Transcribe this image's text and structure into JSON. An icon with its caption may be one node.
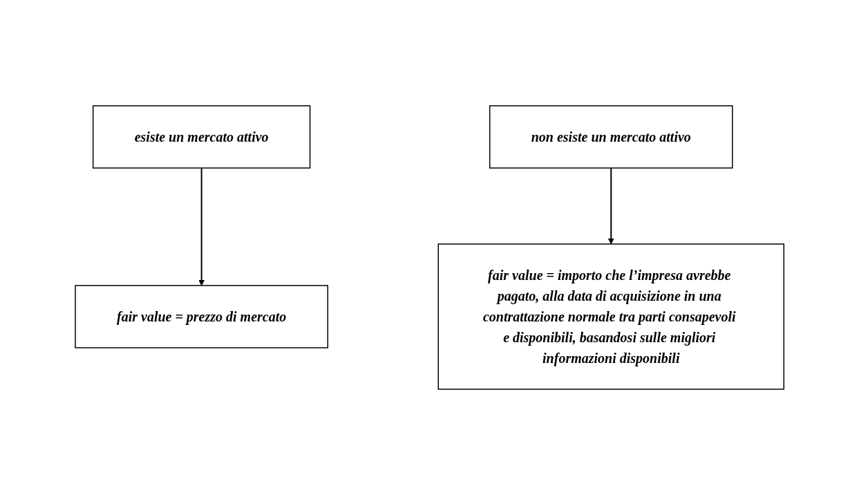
{
  "diagram": {
    "nodes": [
      {
        "text": [
          "esiste un mercato attivo"
        ]
      },
      {
        "text": [
          "non esiste un mercato attivo"
        ]
      },
      {
        "text": [
          "fair value = prezzo di mercato"
        ]
      },
      {
        "text": [
          "fair value = importo che l’impresa avrebbe pagato, alla data di acquisizione in una contrattazione normale tra parti consapevoli e disponibili, basandosi sulle migliori informazioni disponibili"
        ]
      }
    ],
    "edges": [
      {
        "from": 0,
        "to": 2,
        "arrow": "to"
      },
      {
        "from": 1,
        "to": 3,
        "arrow": "to"
      }
    ]
  }
}
